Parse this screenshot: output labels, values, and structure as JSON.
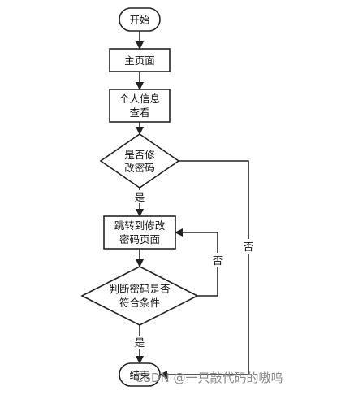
{
  "nodes": {
    "start": "开始",
    "home": "主页面",
    "personal_info": [
      "个人信息",
      "查看"
    ],
    "modify_decision": [
      "是否修",
      "改密码"
    ],
    "jump_modify": [
      "跳转到修改",
      "密码页面"
    ],
    "password_check": [
      "判断密码是否",
      "符合条件"
    ],
    "end": "结束"
  },
  "edge_labels": {
    "modify_yes": "是",
    "modify_no": "否",
    "check_no": "否",
    "check_yes": "是"
  },
  "watermark": "CSDN @一只敲代码的嗷呜"
}
